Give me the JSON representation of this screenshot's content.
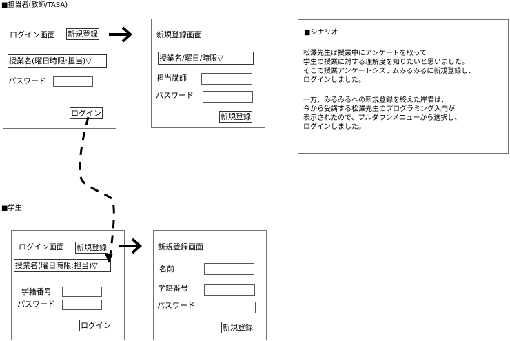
{
  "teacher_section": {
    "title": "■担当者(教師/TASA)",
    "login_screen": {
      "heading": "ログイン画面",
      "register_button": "新規登録",
      "course_select": "授業名(曜日時限:担当)▽",
      "password_label": "パスワード",
      "password_value": "",
      "login_button": "ログイン"
    },
    "register_screen": {
      "heading": "新規登録画面",
      "course_select": "授業名/曜日/時限▽",
      "instructor_label": "担当講師",
      "instructor_value": "",
      "password_label": "パスワード",
      "password_value": "",
      "register_button": "新規登録"
    }
  },
  "student_section": {
    "title": "■学生",
    "login_screen": {
      "heading": "ログイン画面",
      "register_button": "新規登録",
      "course_select": "授業名(曜日時限:担当)▽",
      "student_id_label": "学籍番号",
      "student_id_value": "",
      "password_label": "パスワード",
      "password_value": "",
      "login_button": "ログイン"
    },
    "register_screen": {
      "heading": "新規登録画面",
      "name_label": "名前",
      "name_value": "",
      "student_id_label": "学籍番号",
      "student_id_value": "",
      "password_label": "パスワード",
      "password_value": "",
      "register_button": "新規登録"
    }
  },
  "scenario": {
    "title": "■シナリオ",
    "paragraph1": "松澤先生は授業中にアンケートを取って\n学生の授業に対する理解度を知りたいと思いました。\nそこで授業アンケートシステムみるみるに新規登録し、\nログインしました。",
    "paragraph2": "一方、みるみるへの新規登録を終えた岸君は、\n今から受講する松澤先生のプログラミング入門が\n表示されたので、プルダウンメニューから選択し、\nログインしました。"
  },
  "icons": {
    "arrow": "right-arrow-icon",
    "dashed_connector": "dashed-arrow"
  }
}
